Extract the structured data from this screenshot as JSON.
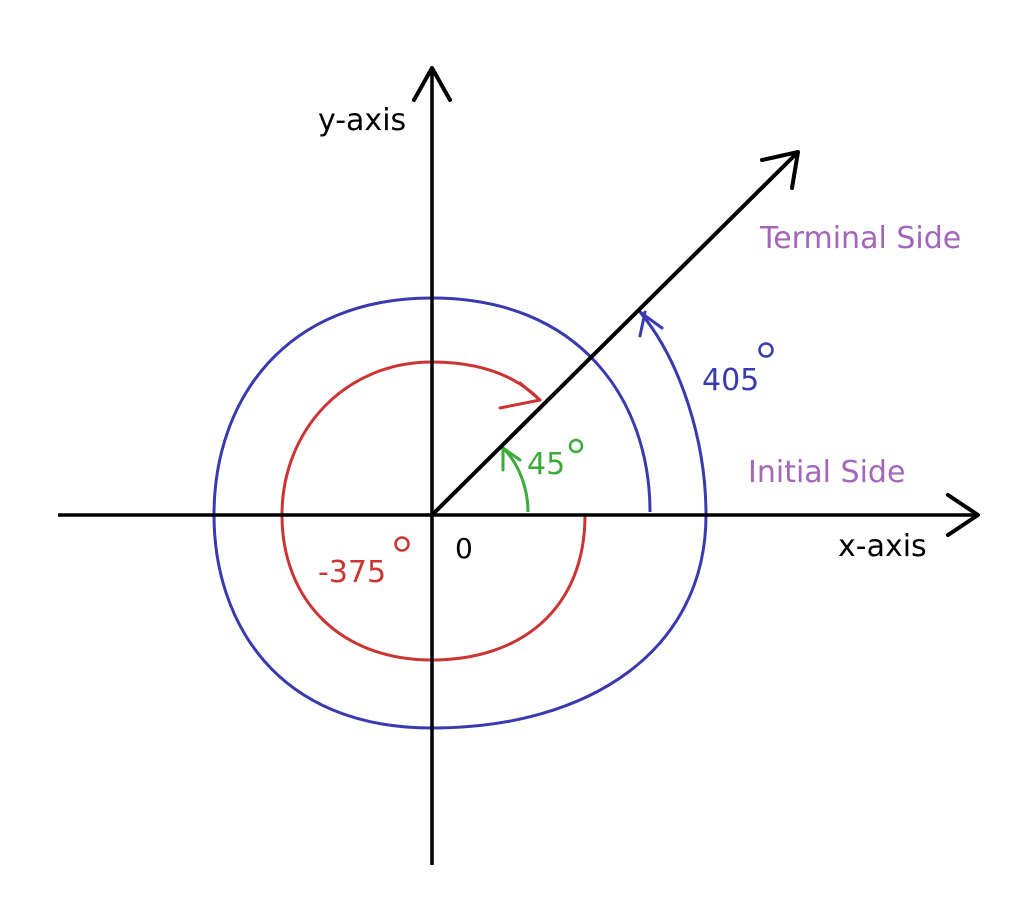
{
  "labels": {
    "y_axis": "y-axis",
    "x_axis": "x-axis",
    "origin": "0",
    "terminal_side": "Terminal Side",
    "initial_side": "Initial Side",
    "angle_405": "405",
    "angle_45": "45",
    "angle_neg375": "-375"
  },
  "colors": {
    "axes": "#000000",
    "terminal_side": "#000000",
    "side_labels": "#a466bb",
    "angle_405": "#3a3ab0",
    "angle_45": "#3aaa3a",
    "angle_neg375": "#cc3333"
  }
}
